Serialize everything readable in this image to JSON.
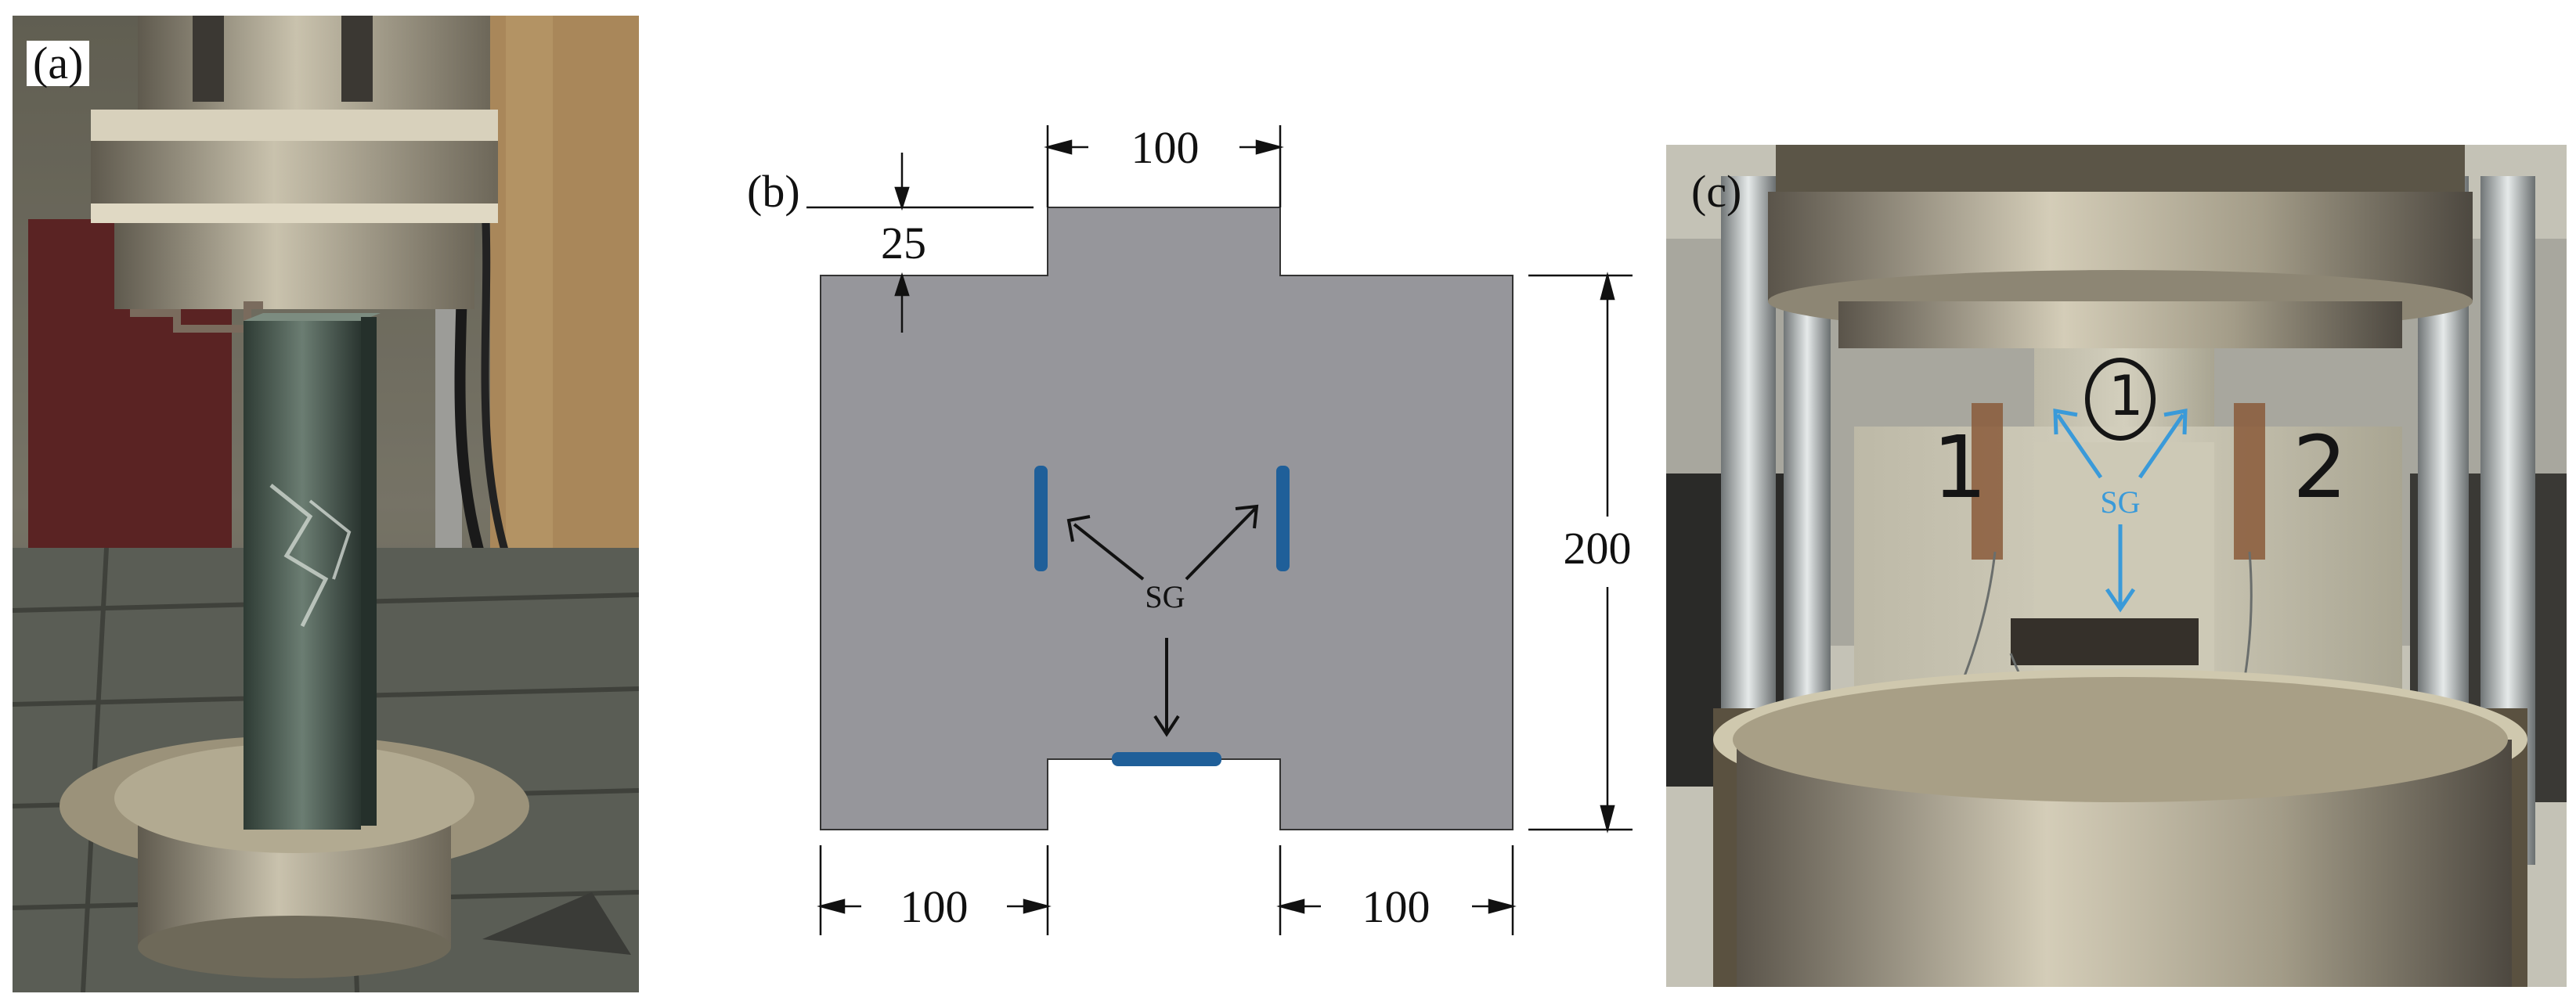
{
  "panels": {
    "a": {
      "label": "(a)"
    },
    "b": {
      "label": "(b)"
    },
    "c": {
      "label": "(c)"
    }
  },
  "drawing": {
    "dim_top_width": "100",
    "dim_notch_depth": "25",
    "dim_height": "200",
    "dim_bottom_left": "100",
    "dim_bottom_right": "100",
    "sg_label": "SG",
    "colors": {
      "specimen": "#96969b",
      "gauge": "#1f5f99",
      "outline": "#333333"
    }
  },
  "photo_c": {
    "marks": {
      "left": "1",
      "right": "2",
      "top": "1"
    },
    "sg_label": "SG",
    "colors": {
      "annotation": "#3a9ad9"
    }
  }
}
